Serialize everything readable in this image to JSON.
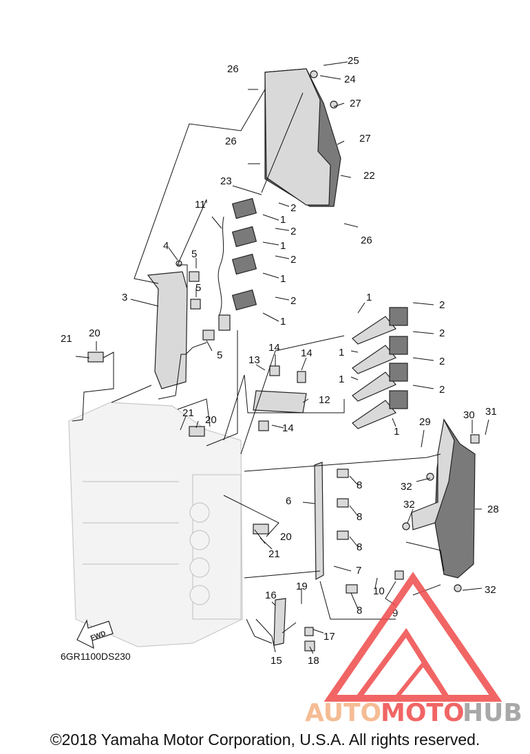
{
  "diagram_code": "6GR1100DS230",
  "fwd_label": "FWD",
  "copyright": "©2018 Yamaha Motor Corporation, U.S.A. All rights reserved.",
  "watermark": {
    "part1": "AUTO",
    "part2": "MOTO",
    "part3": "HUB"
  },
  "colors": {
    "watermark_orange": "#f4b183",
    "watermark_red": "#ef4b4b",
    "watermark_gray": "#9a9a9a",
    "line": "#111111"
  },
  "callouts": {
    "n1": "1",
    "n2": "2",
    "n3": "3",
    "n4": "4",
    "n5": "5",
    "n6": "6",
    "n7": "7",
    "n8": "8",
    "n9": "9",
    "n10": "10",
    "n11": "11",
    "n12": "12",
    "n13": "13",
    "n14": "14",
    "n15": "15",
    "n16": "16",
    "n17": "17",
    "n18": "18",
    "n19": "19",
    "n20": "20",
    "n21": "21",
    "n22": "22",
    "n23": "23",
    "n24": "24",
    "n25": "25",
    "n26": "26",
    "n27": "27",
    "n28": "28",
    "n29": "29",
    "n30": "30",
    "n31": "31",
    "n32": "32"
  }
}
